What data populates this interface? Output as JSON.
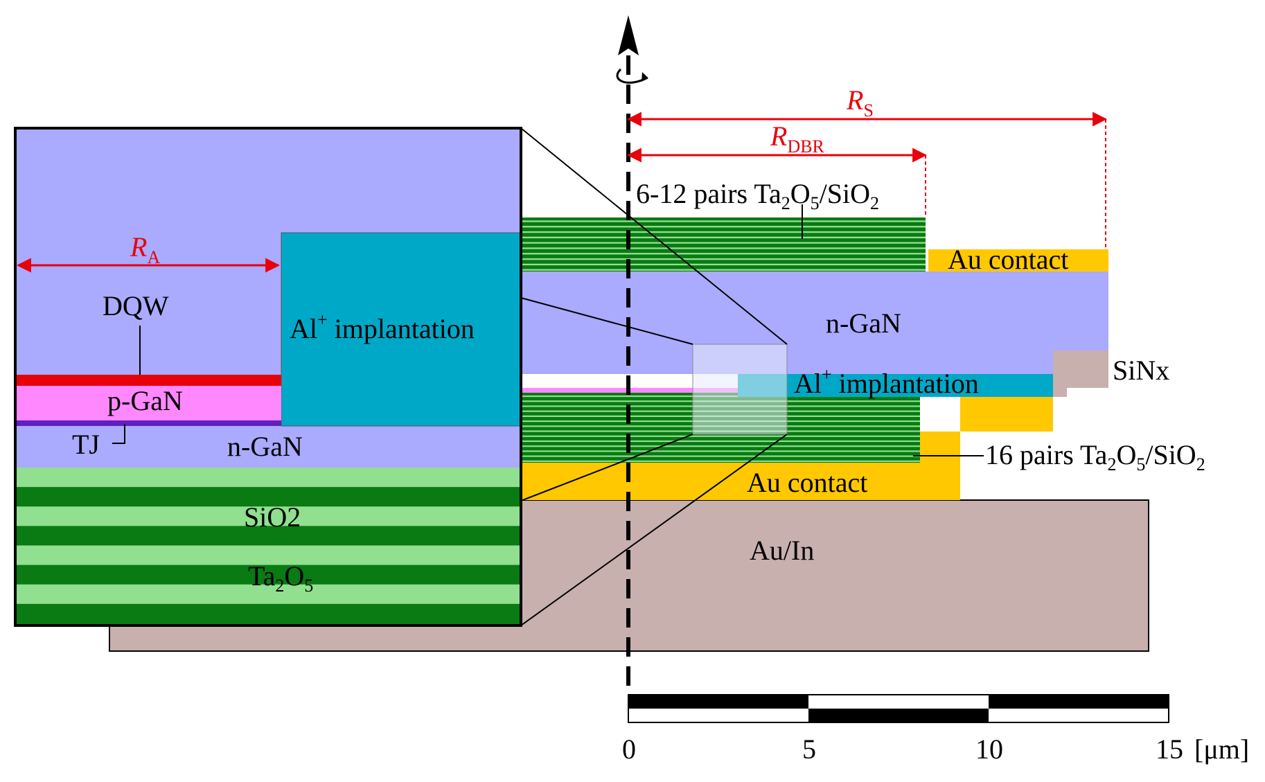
{
  "labels": {
    "rs": "R",
    "rs_sub": "S",
    "rdbr": "R",
    "rdbr_sub": "DBR",
    "ra": "R",
    "ra_sub": "A",
    "top_dbr_prefix": "6-12 pairs Ta",
    "top_dbr_o": "O",
    "top_dbr_mid": "/SiO",
    "sub2": "2",
    "sub5": "5",
    "au_contact_top": "Au contact",
    "au_contact_bottom": "Au contact",
    "ngan_main": "n-GaN",
    "al_main": "Al",
    "al_sup": "+",
    "implantation": " implantation",
    "sinx": "SiNx",
    "bottom_dbr_prefix": "16 pairs Ta",
    "auin": "Au/In",
    "dqw": "DQW",
    "pgan": "p-GaN",
    "tj": "TJ",
    "ngan_inset": "n-GaN",
    "sio2": "SiO2",
    "ta2o5_ta": "Ta",
    "ta2o5_o": "O"
  },
  "scale_bar": {
    "ticks": [
      "0",
      "5",
      "10",
      "15"
    ],
    "unit": "[μm]"
  },
  "colors": {
    "gan": "#aaaaff",
    "implant": "#00a8c8",
    "dbr_dark": "#0a7a12",
    "dbr_light": "#90e090",
    "au": "#ffc800",
    "auin": "#c8b0ae",
    "dqw": "#e8000b",
    "pgan": "#ff88ff",
    "tj": "#6020c0",
    "red": "#e8000b"
  }
}
